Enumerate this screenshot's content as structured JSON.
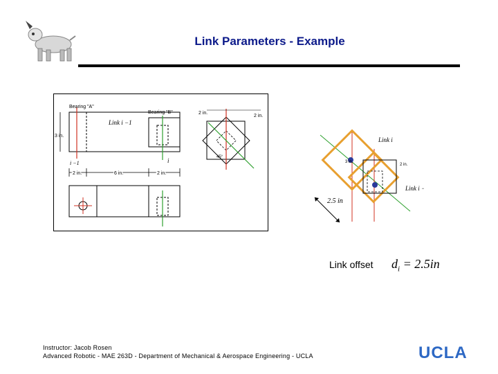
{
  "slide": {
    "title": "Link Parameters - Example",
    "footer_line1": "Instructor: Jacob Rosen",
    "footer_line2": "Advanced Robotic - MAE 263D - Department of Mechanical & Aerospace Engineering - UCLA",
    "logo_text": "UCLA"
  },
  "left_drawing": {
    "bearing_a": "Bearing \"A\"",
    "bearing_b": "Bearing \"B\"",
    "dim_3in": "3 in.",
    "dim_2in_top": "2 in.",
    "dim_2in_side": "2 in.",
    "link_label": "Link  i −1",
    "axis_label_i": "i",
    "axis_label_i_minus1": "i −1",
    "dim_2in_a": "2 in.",
    "dim_6in": "6 in.",
    "dim_2in_b": "2 in.",
    "angle_45": "45°"
  },
  "right_drawing": {
    "link_i": "Link  i",
    "link_i_minus1": "Link  i −1",
    "dim_3in": "3 in.",
    "dim_2in": "2 in.",
    "dim_25in": "2.5 in"
  },
  "offset": {
    "label": "Link offset",
    "symbol": "d",
    "subscript": "i",
    "value": " = 2.5in"
  },
  "colors": {
    "title": "#0c1a8a",
    "ucla": "#2d68c4",
    "orange_square": "#e8a030",
    "green_axis": "#2ea02e",
    "red_axis": "#d03020"
  }
}
